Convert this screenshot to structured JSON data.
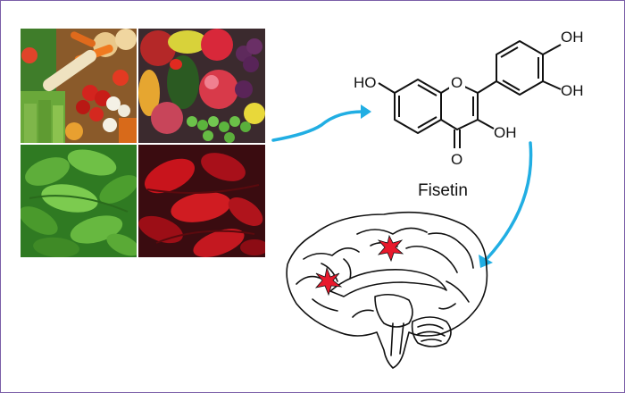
{
  "compound": {
    "name": "Fisetin",
    "labels": {
      "ho_left": "HO",
      "ring_oxygen": "O",
      "oh_top": "OH",
      "oh_right": "OH",
      "oh_bottom": "OH",
      "carbonyl_oxygen": "O"
    }
  },
  "sources": {
    "items": [
      "fruits-and-vegetables",
      "fruits",
      "green-leaves",
      "red-leaves"
    ]
  },
  "colors": {
    "arrow": "#21aee3",
    "frame": "#7b5ea8",
    "brain_outline": "#111111",
    "highlight": "#e8192c"
  }
}
